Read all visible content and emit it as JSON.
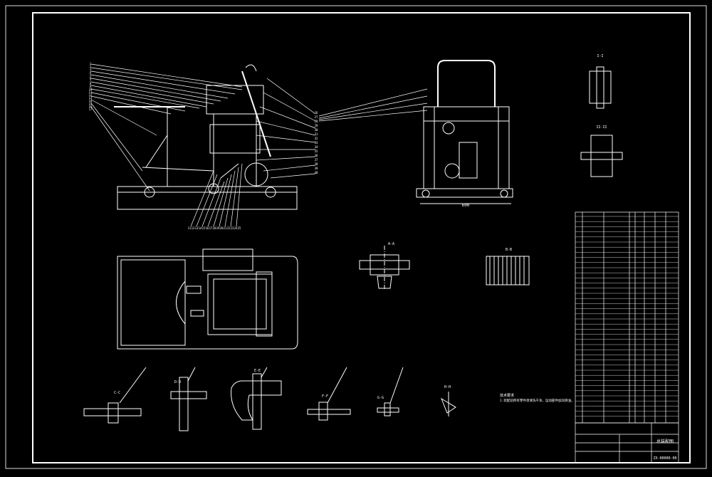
{
  "drawing": {
    "background_color": "#000000",
    "line_color": "#ffffff",
    "accent_color": "#ffff00",
    "side_view_balloons": [
      "1",
      "2",
      "3",
      "4",
      "5",
      "6",
      "7",
      "8",
      "9",
      "10",
      "11",
      "12",
      "13",
      "14",
      "15",
      "16",
      "17"
    ],
    "bottom_balloons": [
      "11",
      "12",
      "13",
      "14",
      "15",
      "16",
      "17",
      "18",
      "19",
      "20",
      "21",
      "22",
      "23",
      "24",
      "25"
    ],
    "right_balloons": [
      "26",
      "27",
      "28",
      "29",
      "30",
      "31",
      "32",
      "33",
      "34",
      "35",
      "36",
      "37",
      "38",
      "39",
      "40"
    ],
    "front_width_dim": "600",
    "detail_views": [
      {
        "label": "I-I"
      },
      {
        "label": "II-II"
      },
      {
        "label": "A-A"
      },
      {
        "label": "B-B"
      },
      {
        "label": "C-C"
      },
      {
        "label": "D-D"
      },
      {
        "label": "E-E"
      },
      {
        "label": "F-F"
      },
      {
        "label": "G-G"
      },
      {
        "label": "H-H"
      }
    ],
    "tech_requirements": {
      "title": "技术要求",
      "line1": "1.装配前所有零件须清洗干净，运动部件加润滑油。"
    },
    "title_block": {
      "name": "总装配图",
      "drawing_no": "ZX-00000-00"
    }
  }
}
